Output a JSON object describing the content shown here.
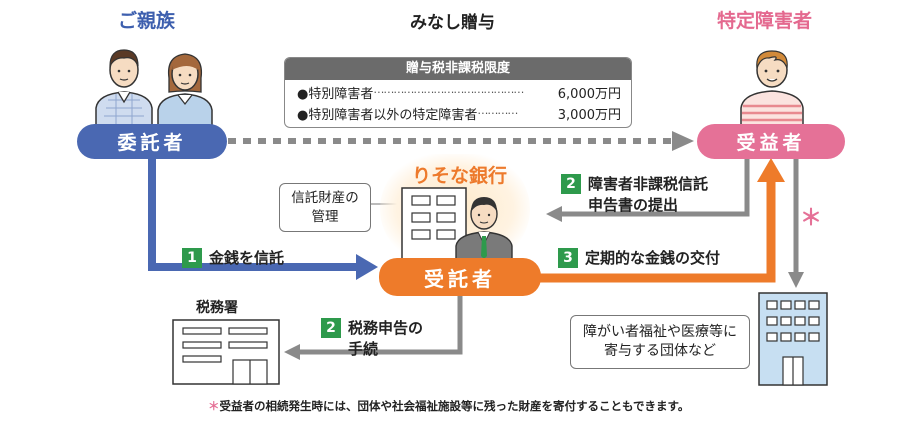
{
  "diagram": {
    "top_title": "みなし贈与",
    "tax_box": {
      "header": "贈与税非課税限度",
      "rows": [
        {
          "label": "●特別障害者",
          "dots": "………………………………………",
          "amount": "6,000万円"
        },
        {
          "label": "●特別障害者以外の特定障害者",
          "dots": "…………",
          "amount": "3,000万円"
        }
      ]
    },
    "left_group_label": "ご親族",
    "right_group_label": "特定障害者",
    "bank_label": "りそな銀行",
    "truster": "委託者",
    "trustee": "受託者",
    "beneficiary": "受益者",
    "trust_property_box": "信託財産の\n管理",
    "tax_office_label": "税務署",
    "welfare_box": "障がい者福祉や医療等に\n寄与する団体など",
    "asterisk": "＊",
    "steps": [
      {
        "num": "1",
        "text": "金銭を信託"
      },
      {
        "num": "2",
        "text": "障害者非課税信託\n申告書の提出"
      },
      {
        "num": "2",
        "text": "税務申告の\n手続"
      },
      {
        "num": "3",
        "text": "定期的な金銭の交付"
      }
    ],
    "footnote_mark": "＊",
    "footnote": "受益者の相続発生時には、団体や社会福祉施設等に残った財産を寄付することもできます。",
    "colors": {
      "blue": "#4a68b2",
      "pink": "#e57197",
      "orange": "#ee7b2a",
      "gray": "#8a8a8a",
      "green": "#2e9a4c"
    }
  }
}
